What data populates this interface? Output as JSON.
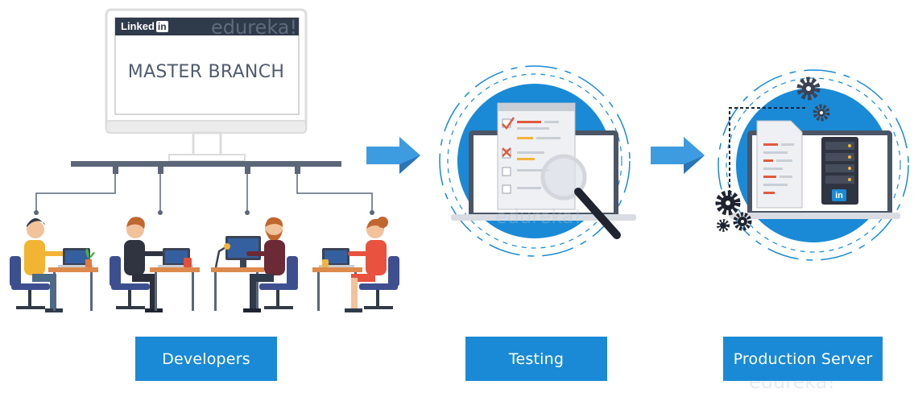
{
  "master": {
    "brand_text": "Linked",
    "brand_badge": "in",
    "title": "MASTER BRANCH"
  },
  "server_badge": "in",
  "watermark_text": "edureka!",
  "stages": [
    {
      "label": "Developers"
    },
    {
      "label": "Testing"
    },
    {
      "label": "Production Server"
    }
  ],
  "colors": {
    "accent_blue": "#1a8ad6",
    "dark_navy": "#2f3a4a",
    "check_red": "#e05a3c",
    "highlight_yellow": "#f3b33d",
    "label_text": "#ffffff"
  },
  "icons": [
    "check-icon",
    "cross-icon",
    "magnifier-icon",
    "gear-icon",
    "server-icon",
    "linkedin-icon",
    "arrow-icon"
  ]
}
